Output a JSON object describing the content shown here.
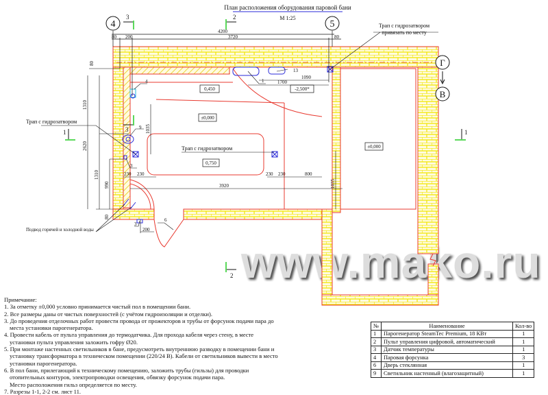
{
  "title": "План расположения оборудования паровой бани",
  "scale": "М 1:25",
  "axes": {
    "a4": "4",
    "a5": "5",
    "g": "Г",
    "v": "В"
  },
  "sections": {
    "s3_top": "3",
    "s2_top": "2",
    "s1_left": "1",
    "s1_right": "1",
    "s2_bottom": "2",
    "s3_mid": "3"
  },
  "dims": {
    "total": "4200",
    "d80a": "80",
    "d200": "200",
    "d3720": "3720",
    "d80b": "80",
    "d1090": "1090",
    "d1700": "1700",
    "d80c": "80",
    "d1310a": "1310",
    "d2620": "2620",
    "d1035a": "1035",
    "d1310b": "1310",
    "d990": "990",
    "d80d": "80",
    "d230a": "230",
    "d230b": "230",
    "d230c": "230",
    "d230d": "230",
    "d800": "800",
    "d3920": "3920",
    "d1035b": "1035",
    "d200b": "200"
  },
  "levels": {
    "l0450": "0,450",
    "l2500": "-2,500*",
    "l0000a": "±0,000",
    "l0750": "0,750",
    "l0000b": "±0,000"
  },
  "callouts": {
    "drain_top_1": "Трап с гидрозатвором",
    "drain_top_2": "привязать по месту",
    "drain_left": "Трап с гидрозатвором",
    "drain_center": "Трап с гидрозатвором",
    "water_supply": "Подвод горячей и холодной воды",
    "pos1": "1",
    "pos13": "13",
    "pos4": "4",
    "pos9": "9",
    "pos3a": "3",
    "pos3b": "3",
    "pos6": "6"
  },
  "watermark": "www.mako.ru",
  "notes": {
    "heading": "Примечание:",
    "items": [
      "1. За отметку ±0,000 условно принимается чистый пол в помещении бани.",
      "2. Все размеры даны от чистых поверхностей (с учётом гидроизоляции и отделки).",
      "3. До проведения отделочных работ провести провода от прожекторов и трубы от форсунок подачи пара до места установки парогенератора.",
      "4. Провести кабель от пульта управления до термодатчика. Для прохода кабеля через стену, в месте установки пульта управления заложить гофру Ø20.",
      "5. При монтаже настенных светильников в бане, предусмотреть внутреннюю разводку в помещении бани и установку трансформатора в техническом помещении (220/24 В). Кабели от светильников вывести в место установки парогенератора.",
      "6. В пол бани, прилегающий к техническому помещению, заложить трубы (гильзы) для проводки отопительных контуров, электропроводки освещения, обвязку форсунок подачи пара.",
      "Место расположения гильз определяется по месту.",
      "7. Разрезы 1-1, 2-2 см. лист 11."
    ]
  },
  "spec_table": {
    "headers": [
      "№",
      "Наименование",
      "Кол-во"
    ],
    "rows": [
      [
        "1",
        "Парогенератор SteamTec Premium, 18 КВт",
        "1"
      ],
      [
        "2",
        "Пульт управления цифровой, автоматический",
        "1"
      ],
      [
        "3",
        "Датчик температуры",
        "1"
      ],
      [
        "4",
        "Паровая форсунка",
        "3"
      ],
      [
        "6",
        "Дверь стеклянная",
        "1"
      ],
      [
        "9",
        "Светильник настенный (влагозащитный)",
        "1"
      ]
    ]
  },
  "colors": {
    "wall": "#e8392f",
    "brick": "#f2e600",
    "equipment": "#2a2ad8",
    "section": "#22cc22"
  }
}
